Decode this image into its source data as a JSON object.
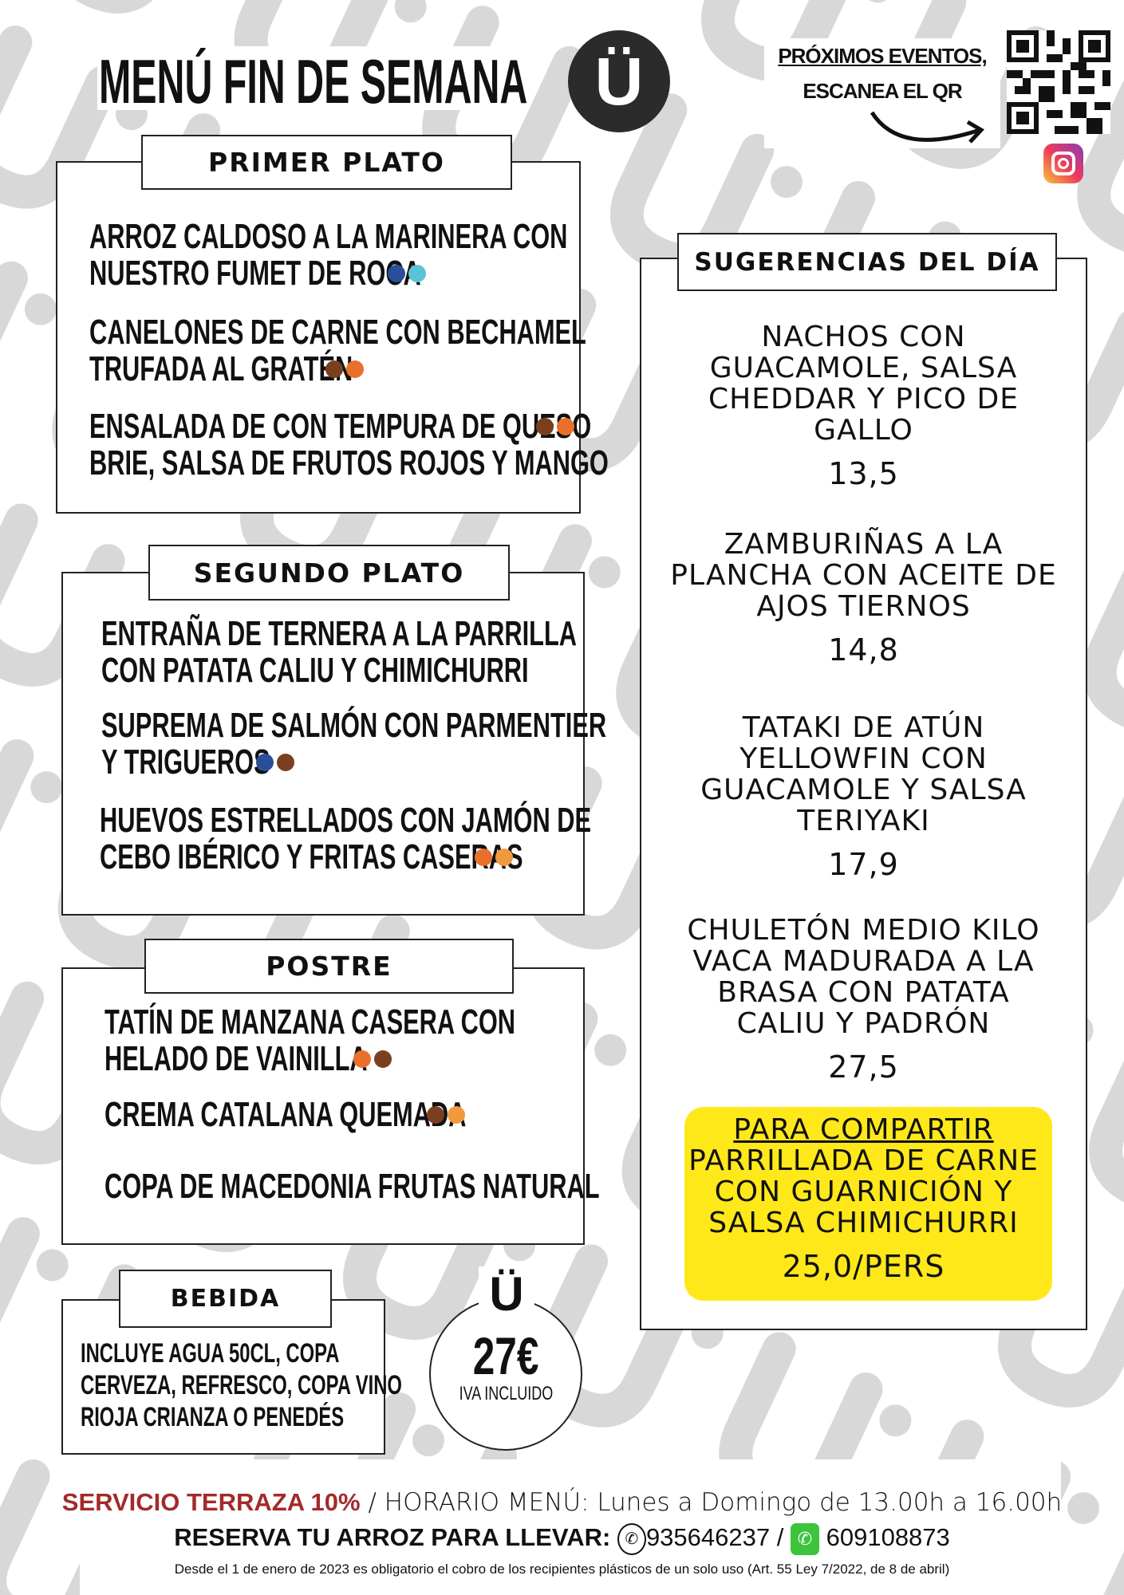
{
  "title": "MENÚ FIN DE SEMANA",
  "logo": "Ü",
  "events": {
    "line1": "PRÓXIMOS EVENTOS,",
    "line2": "ESCANEA EL QR"
  },
  "primer": {
    "header": "PRIMER PLATO",
    "items": [
      {
        "l1": "ARROZ CALDOSO A LA MARINERA CON",
        "l2": "NUESTRO FUMET DE ROCA",
        "allergens": [
          "#2a4f9a",
          "#5bc3d6"
        ]
      },
      {
        "l1": "CANELONES DE CARNE CON BECHAMEL",
        "l2": "TRUFADA AL GRATÉN",
        "allergens": [
          "#7a3f1f",
          "#e8702a"
        ]
      },
      {
        "l1": "ENSALADA DE CON TEMPURA DE QUESO",
        "l2": "BRIE, SALSA DE FRUTOS ROJOS Y MANGO",
        "allergens": [
          "#7a3f1f",
          "#e8702a"
        ]
      }
    ]
  },
  "segundo": {
    "header": "SEGUNDO PLATO",
    "items": [
      {
        "l1": "ENTRAÑA DE TERNERA A LA PARRILLA",
        "l2": "CON PATATA CALIU Y CHIMICHURRI"
      },
      {
        "l1": "SUPREMA DE SALMÓN CON PARMENTIER",
        "l2": "Y TRIGUEROS"
      },
      {
        "l1": "HUEVOS ESTRELLADOS CON JAMÓN DE",
        "l2": "CEBO IBÉRICO Y FRITAS CASERAS"
      }
    ]
  },
  "postre": {
    "header": "POSTRE",
    "items": [
      {
        "l1": "TATÍN DE MANZANA CASERA CON",
        "l2": "HELADO DE VAINILLA"
      },
      {
        "l1": "CREMA CATALANA QUEMADA"
      },
      {
        "l1": "COPA DE MACEDONIA FRUTAS NATURAL"
      }
    ]
  },
  "bebida": {
    "header": "BEBIDA",
    "lines": [
      "INCLUYE AGUA 50CL, COPA",
      "CERVEZA, REFRESCO, COPA VINO",
      "RIOJA CRIANZA O PENEDÉS"
    ]
  },
  "menu_price": {
    "price": "27€",
    "note": "IVA INCLUIDO",
    "logo": "Ü"
  },
  "sugerencias": {
    "header": "SUGERENCIAS DEL DÍA",
    "items": [
      {
        "lines": [
          "NACHOS CON",
          "GUACAMOLE, SALSA",
          "CHEDDAR Y PICO DE",
          "GALLO"
        ],
        "price": "13,5"
      },
      {
        "lines": [
          "ZAMBURIÑAS A LA",
          "PLANCHA CON ACEITE DE",
          "AJOS TIERNOS"
        ],
        "price": "14,8"
      },
      {
        "lines": [
          "TATAKI DE ATÚN",
          "YELLOWFIN CON",
          "GUACAMOLE Y SALSA",
          "TERIYAKI"
        ],
        "price": "17,9"
      },
      {
        "lines": [
          "CHULETÓN MEDIO KILO",
          "VACA MADURADA A LA",
          "BRASA CON PATATA",
          "CALIU Y PADRÓN"
        ],
        "price": "27,5"
      }
    ],
    "share": {
      "title": "PARA COMPARTIR",
      "lines": [
        "PARRILLADA DE CARNE",
        "CON GUARNICIÓN Y",
        "SALSA CHIMICHURRI"
      ],
      "price": "25,0/PERS"
    }
  },
  "footer": {
    "terrace": "SERVICIO TERRAZA 10%",
    "hours": " / HORARIO MENÚ: Lunes a Domingo de 13.00h a 16.00h",
    "reserve": "RESERVA TU ARROZ PARA LLEVAR:",
    "phone": "935646237",
    "sep": "/",
    "whatsapp": "609108873",
    "legal": "Desde el 1 de enero de 2023 es obligatorio el cobro de los recipientes plásticos de un solo uso (Art. 55 Ley 7/2022, de 8 de abril)"
  },
  "colors": {
    "terrace": "#a32a2a",
    "highlight": "#ffe81a",
    "whatsapp": "#3cc43c"
  }
}
